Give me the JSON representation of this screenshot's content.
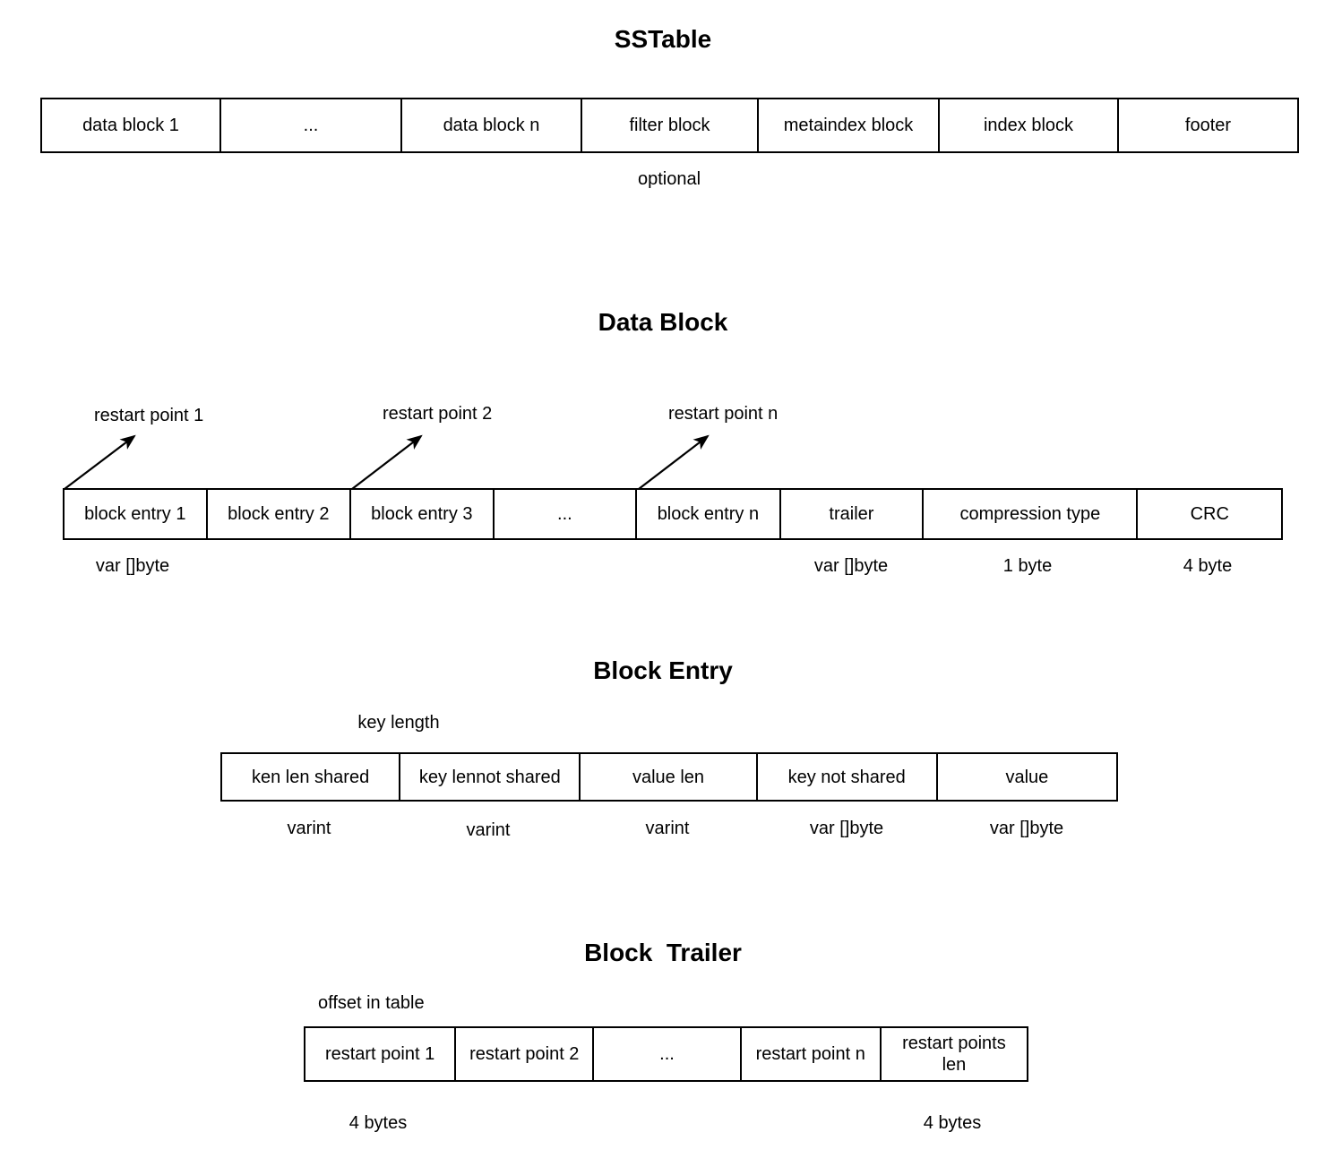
{
  "diagram": {
    "title_font_color": "#000000",
    "line_color": "#000000",
    "background": "#ffffff"
  },
  "sstable": {
    "title": "SSTable",
    "cells": [
      {
        "label": "data block 1"
      },
      {
        "label": "..."
      },
      {
        "label": "data block n"
      },
      {
        "label": "filter block"
      },
      {
        "label": "metaindex block"
      },
      {
        "label": "index block"
      },
      {
        "label": "footer"
      }
    ],
    "annotation": "optional"
  },
  "data_block": {
    "title": "Data Block",
    "callouts": [
      {
        "label": "restart point 1"
      },
      {
        "label": "restart point 2"
      },
      {
        "label": "restart point n"
      }
    ],
    "cells": [
      {
        "label": "block entry 1"
      },
      {
        "label": "block entry 2"
      },
      {
        "label": "block entry 3"
      },
      {
        "label": "..."
      },
      {
        "label": "block entry n"
      },
      {
        "label": "trailer"
      },
      {
        "label": "compression type"
      },
      {
        "label": "CRC"
      }
    ],
    "sizes": [
      {
        "label": "var []byte"
      },
      {
        "label": "var []byte"
      },
      {
        "label": "1 byte"
      },
      {
        "label": "4 byte"
      }
    ]
  },
  "block_entry": {
    "title": "Block Entry",
    "annotation": "key length",
    "cells": [
      {
        "label": "ken len shared"
      },
      {
        "label": "key lennot shared"
      },
      {
        "label": "value len"
      },
      {
        "label": "key not shared"
      },
      {
        "label": "value"
      }
    ],
    "sizes": [
      {
        "label": "varint"
      },
      {
        "label": "varint"
      },
      {
        "label": "varint"
      },
      {
        "label": "var []byte"
      },
      {
        "label": "var []byte"
      }
    ]
  },
  "block_trailer": {
    "title": "Block  Trailer",
    "annotation": "offset in table",
    "cells": [
      {
        "label": "restart point 1"
      },
      {
        "label": "restart point 2"
      },
      {
        "label": "..."
      },
      {
        "label": "restart point n"
      },
      {
        "label": "restart points\nlen"
      }
    ],
    "sizes": [
      {
        "label": "4 bytes"
      },
      {
        "label": "4 bytes"
      }
    ]
  }
}
